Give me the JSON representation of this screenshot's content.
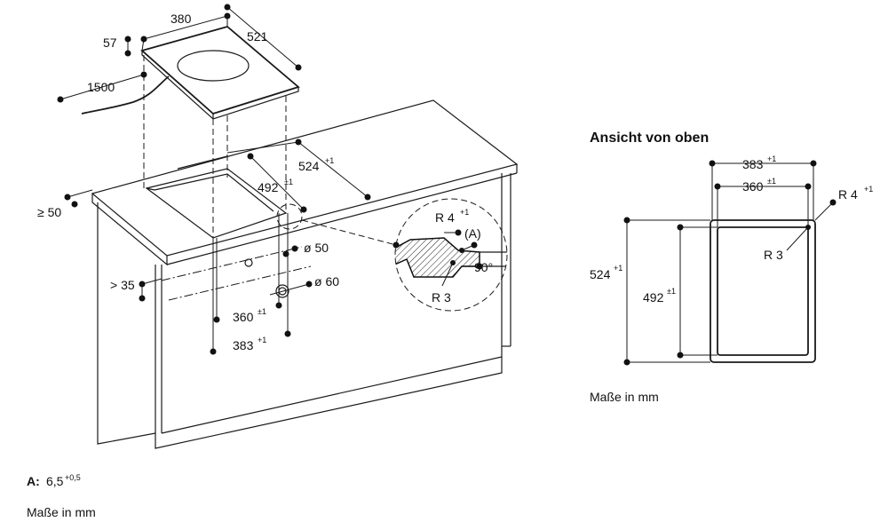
{
  "perspective": {
    "hob_width": "380",
    "hob_depth": "521",
    "hob_height": "57",
    "cable_length": "1500",
    "cutout_depth": "524",
    "cutout_depth_tol": "+1",
    "inner_depth": "492",
    "inner_depth_tol": "±1",
    "front_min": "≥ 50",
    "side_min": "> 35",
    "hole_small": "ø 50",
    "hole_large": "ø 60",
    "inner_width": "360",
    "inner_width_tol": "±1",
    "cutout_width": "383",
    "cutout_width_tol": "+1"
  },
  "detail": {
    "radius_outer": "R 4",
    "radius_outer_tol": "+1",
    "marker": "(A)",
    "angle": "90°",
    "radius_inner": "R 3"
  },
  "top_view": {
    "title": "Ansicht von oben",
    "width_outer": "383",
    "width_outer_tol": "+1",
    "width_inner": "360",
    "width_inner_tol": "±1",
    "radius_outer": "R 4",
    "radius_outer_tol": "+1",
    "depth_outer": "524",
    "depth_outer_tol": "+1",
    "depth_inner": "492",
    "depth_inner_tol": "±1",
    "radius_inner": "R 3",
    "units_note": "Maße in mm"
  },
  "footnote": {
    "label": "A:",
    "value": "6,5",
    "tolerance": "+0,5",
    "units_note": "Maße in mm"
  }
}
